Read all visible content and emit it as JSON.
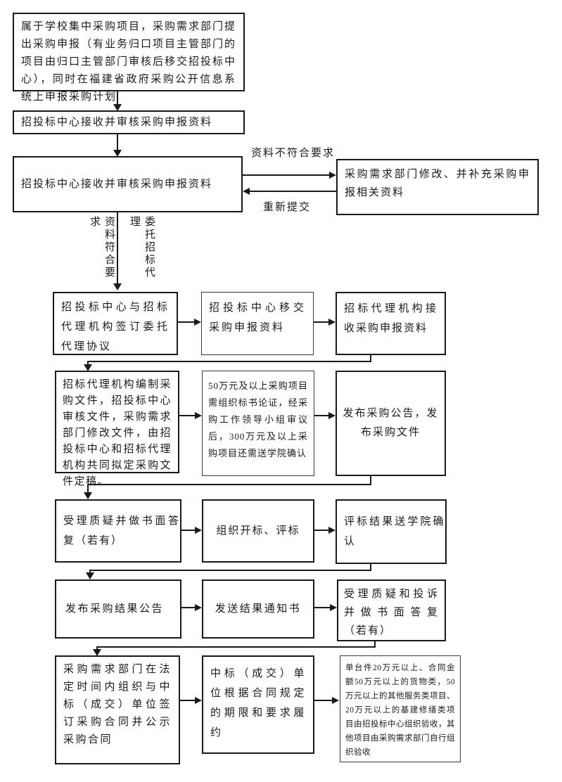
{
  "flow": {
    "boxes": {
      "b1": "属于学校集中采购项目，采购需求部门提出采购申报（有业务归口项目主管部门的项目由归口主管部门审核后移交招投标中心），同时在福建省政府采购公开信息系统上申报采购计划",
      "b2": "招投标中心接收并审核采购申报资料",
      "b3": "招投标中心接收并审核采购申报资料",
      "b4": "采购需求部门修改、并补充采购申报相关资料",
      "b5": "招投标中心与招标代理机构签订委托代理协议",
      "b6": "招投标中心移交采购申报资料",
      "b7": "招标代理机构接收采购申报资料",
      "b8": "招标代理机构编制采购文件，招投标中心审核文件，采购需求部门修改文件，由招投标中心和招标代理机构共同拟定采购文件定稿。",
      "b9": "50万元及以上采购项目需组织标书论证，经采购工作领导小组审议后，300万元及以上采购项目还需送学院确认",
      "b10": "发布采购公告，发布采购文件",
      "b11": "受理质疑并做书面答复（若有）",
      "b12": "组织开标、评标",
      "b13": "评标结果送学院确认",
      "b14": "发布采购结果公告",
      "b15": "发送结果通知书",
      "b16": "受理质疑和投诉并做书面答复（若有）",
      "b17": "采购需求部门在法定时间内组织与中标（成交）单位签订采购合同并公示采购合同",
      "b18": "中标（成交）单位根据合同规定的期限和要求履约",
      "b19": "单台件20万元以上、合同金额50万元以上的货物类，50万元以上的其他服务类项目、20万元以上的基建修缮类项目由招投标中心组织验收，其他项目由采购需求部门自行组织验收"
    },
    "labels": {
      "not_conform": "资料不符合要求",
      "resubmit": "重新提交",
      "conform": "资料符合要求",
      "entrust": "委托招标代理"
    },
    "colors": {
      "line": "#1a1a1a",
      "background": "#ffffff"
    }
  }
}
